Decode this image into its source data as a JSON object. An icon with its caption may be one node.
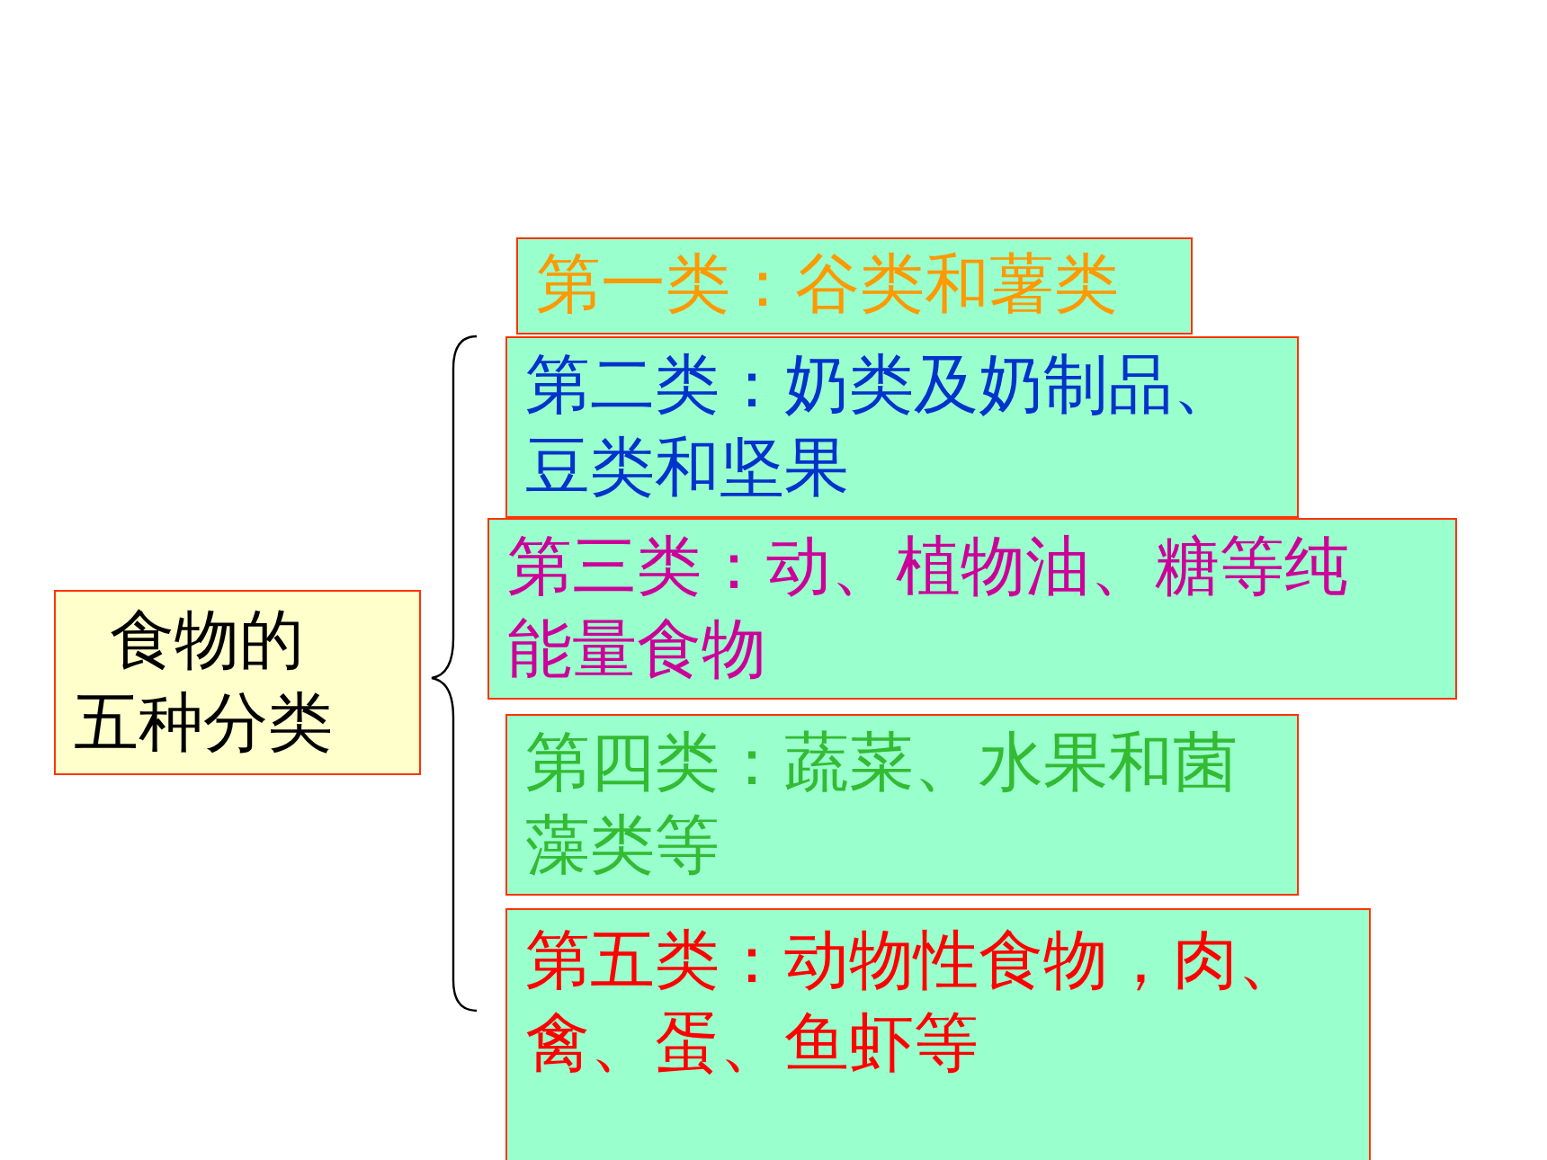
{
  "diagram": {
    "nodes": [
      {
        "text": [
          "食物的五种分类"
        ]
      },
      {
        "text": [
          "第一类：谷类和薯类"
        ]
      },
      {
        "text": [
          "第二类：奶类及奶制品、豆类和坚果"
        ]
      },
      {
        "text": [
          "第三类：动、植物油、糖等纯能量食物"
        ]
      },
      {
        "text": [
          "第四类：蔬菜、水果和菌藻类等"
        ]
      },
      {
        "text": [
          "第五类：动物性食物，肉、禽、蛋、鱼虾等"
        ]
      }
    ]
  }
}
